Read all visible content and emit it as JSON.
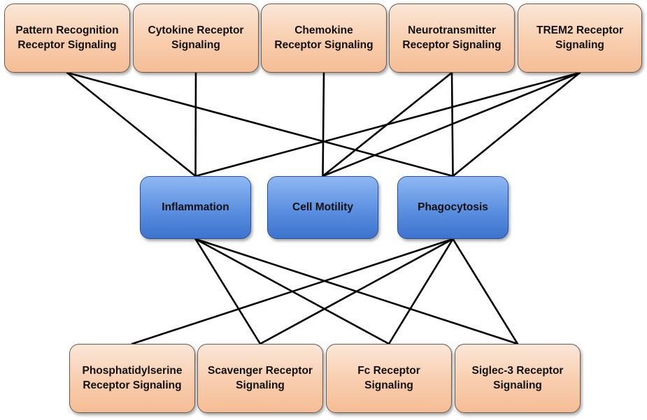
{
  "top_receptors": [
    {
      "id": "prr",
      "label": "Pattern Recognition\nReceptor Signaling"
    },
    {
      "id": "cytokine",
      "label": "Cytokine Receptor\nSignaling"
    },
    {
      "id": "chemokine",
      "label": "Chemokine\nReceptor Signaling"
    },
    {
      "id": "neuro",
      "label": "Neurotransmitter\nReceptor Signaling"
    },
    {
      "id": "trem2",
      "label": "TREM2 Receptor\nSignaling"
    }
  ],
  "processes": [
    {
      "id": "inflammation",
      "label": "Inflammation"
    },
    {
      "id": "motility",
      "label": "Cell Motility"
    },
    {
      "id": "phagocytosis",
      "label": "Phagocytosis"
    }
  ],
  "bottom_receptors": [
    {
      "id": "ps",
      "label": "Phosphatidylserine\nReceptor Signaling"
    },
    {
      "id": "scavenger",
      "label": "Scavenger Receptor\nSignaling"
    },
    {
      "id": "fc",
      "label": "Fc Receptor\nSignaling"
    },
    {
      "id": "siglec3",
      "label": "Siglec-3 Receptor\nSignaling"
    }
  ],
  "edges": [
    [
      "prr",
      "inflammation"
    ],
    [
      "prr",
      "phagocytosis"
    ],
    [
      "cytokine",
      "inflammation"
    ],
    [
      "chemokine",
      "motility"
    ],
    [
      "neuro",
      "motility"
    ],
    [
      "neuro",
      "phagocytosis"
    ],
    [
      "trem2",
      "inflammation"
    ],
    [
      "trem2",
      "motility"
    ],
    [
      "trem2",
      "phagocytosis"
    ],
    [
      "inflammation",
      "scavenger"
    ],
    [
      "inflammation",
      "fc"
    ],
    [
      "inflammation",
      "siglec3"
    ],
    [
      "phagocytosis",
      "ps"
    ],
    [
      "phagocytosis",
      "scavenger"
    ],
    [
      "phagocytosis",
      "fc"
    ],
    [
      "phagocytosis",
      "siglec3"
    ]
  ],
  "colors": {
    "receptor_fill": "#f8cdad",
    "process_fill": "#5b8fe0",
    "edge": "#000000"
  }
}
